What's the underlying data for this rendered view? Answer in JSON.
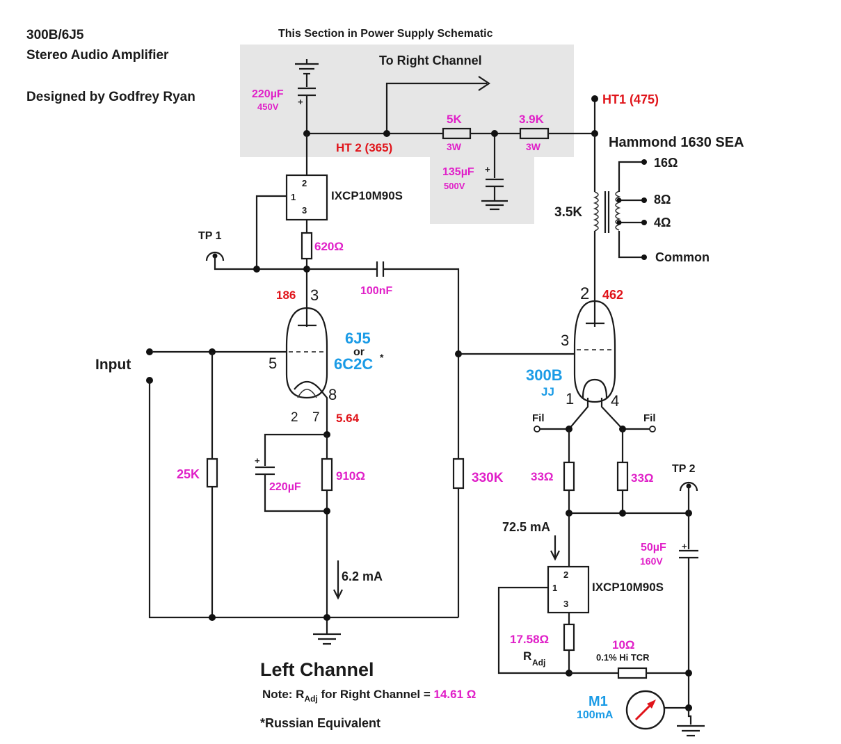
{
  "header": {
    "title_line1": "300B/6J5",
    "title_line2": "Stereo Audio Amplifier",
    "designer": "Designed by Godfrey Ryan"
  },
  "power_section": {
    "caption": "This Section in Power Supply Schematic",
    "to_right": "To Right Channel",
    "c220_val": "220µF",
    "c220_volt": "450V",
    "ht2": "HT 2 (365)",
    "r5k_val": "5K",
    "r5k_w": "3W",
    "r39k_val": "3.9K",
    "r39k_w": "3W",
    "c135_val": "135µF",
    "c135_volt": "500V",
    "ht1": "HT1 (475)",
    "plus": "+"
  },
  "transformer": {
    "name": "Hammond 1630 SEA",
    "primary": "3.5K",
    "tap16": "16Ω",
    "tap8": "8Ω",
    "tap4": "4Ω",
    "common": "Common"
  },
  "driver": {
    "reg_name": "IXCP10M90S",
    "pin1": "1",
    "pin2": "2",
    "pin3": "3",
    "r620": "620Ω",
    "tp1": "TP 1",
    "c100n": "100nF",
    "v_plate": "186",
    "pin_plate": "3",
    "pin_grid": "5",
    "pin_cath": "8",
    "pin_h1": "2",
    "pin_h2": "7",
    "v_cath": "5.64",
    "tube_name": "6J5",
    "or": "or",
    "alt_name": "6C2C",
    "alt_mark": "*",
    "input": "Input",
    "r25k": "25K",
    "c220_val": "220µF",
    "plus": "+",
    "r910": "910Ω",
    "r330k": "330K",
    "current": "6.2 mA"
  },
  "output": {
    "pin_plate": "2",
    "v_plate": "462",
    "pin_grid": "3",
    "tube_name": "300B",
    "tube_make": "JJ",
    "pin_f1": "1",
    "pin_f2": "4",
    "fil": "Fil",
    "r33a": "33Ω",
    "r33b": "33Ω",
    "tp2": "TP 2",
    "current": "72.5 mA",
    "c50_val": "50µF",
    "c50_volt": "160V",
    "plus": "+",
    "reg_name": "IXCP10M90S",
    "pin1": "1",
    "pin2": "2",
    "pin3": "3",
    "radj_val": "17.58Ω",
    "radj_r": "R",
    "radj_sub": "Adj",
    "r10_val": "10Ω",
    "r10_spec": "0.1% Hi TCR",
    "meter": "M1",
    "meter_range": "100mA"
  },
  "footer": {
    "channel": "Left Channel",
    "note_prefix": "Note:  R",
    "note_sub": "Adj",
    "note_mid": " for Right Channel = ",
    "note_val": "14.61 Ω",
    "russian": "*Russian Equivalent"
  },
  "colors": {
    "value_magenta": "#e020c8",
    "voltage_red": "#e0141a",
    "tube_blue": "#1a9be6",
    "shade": "#e6e6e6"
  }
}
